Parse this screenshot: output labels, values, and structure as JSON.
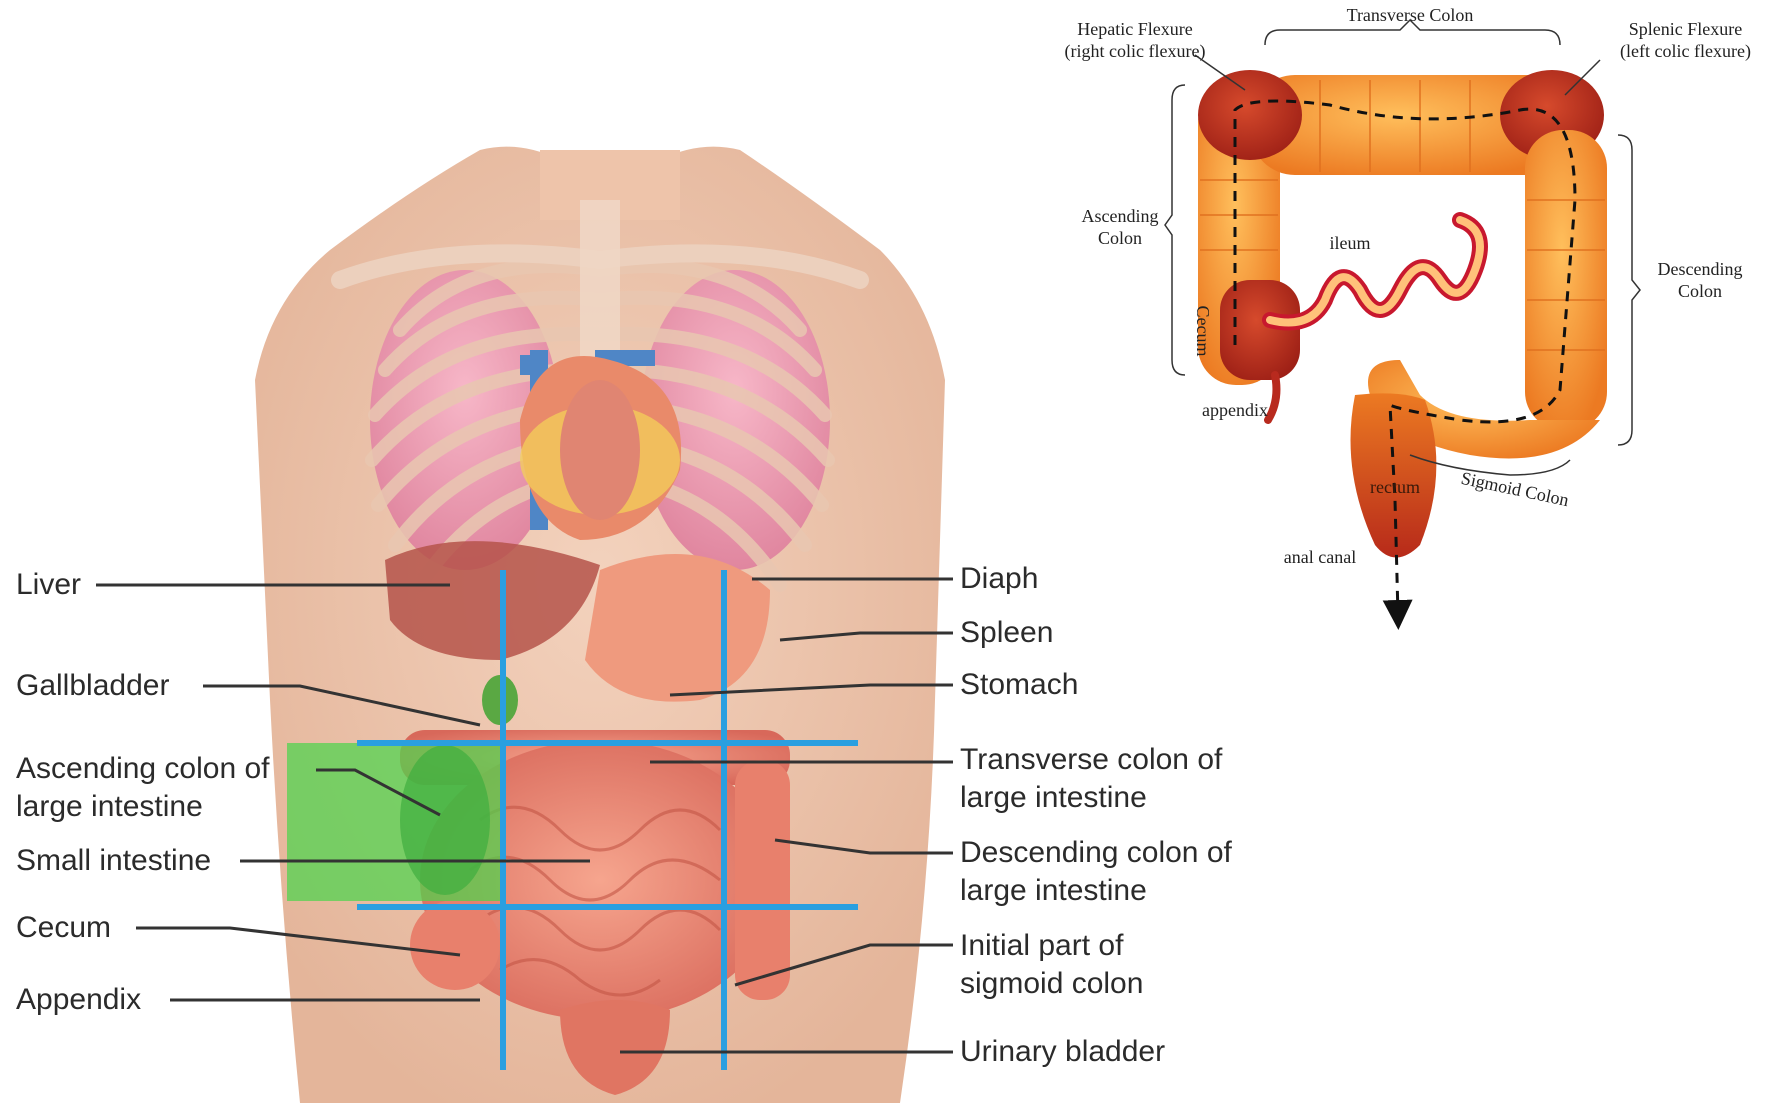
{
  "left_diagram": {
    "labels_left": {
      "liver": "Liver",
      "gallbladder": "Gallbladder",
      "ascending_colon": "Ascending colon of large intestine",
      "small_intestine": "Small intestine",
      "cecum": "Cecum",
      "appendix": "Appendix"
    },
    "labels_right": {
      "diaphragm": "Diaph",
      "spleen": "Spleen",
      "stomach": "Stomach",
      "transverse_colon": "Transverse colon of large intestine",
      "descending_colon": "Descending colon of large intestine",
      "sigmoid_colon": "Initial part of sigmoid colon",
      "urinary_bladder": "Urinary bladder"
    },
    "colors": {
      "grid_lines": "#2a9fe0",
      "highlight": "#4cd44c"
    }
  },
  "right_diagram": {
    "labels": {
      "hepatic_flexure": "Hepatic Flexure",
      "hepatic_flexure_sub": "(right colic flexure)",
      "transverse_colon": "Transverse Colon",
      "splenic_flexure": "Splenic Flexure",
      "splenic_flexure_sub": "(left colic flexure)",
      "ascending_colon": "Ascending Colon",
      "ileum": "ileum",
      "cecum": "Cecum",
      "descending_colon": "Descending Colon",
      "appendix": "appendix",
      "rectum": "rectum",
      "sigmoid_colon": "Sigmoid Colon",
      "anal_canal": "anal canal"
    },
    "colors": {
      "colon": "#f5902a",
      "flexure": "#b82a1e",
      "rectum": "#c23a20"
    }
  }
}
